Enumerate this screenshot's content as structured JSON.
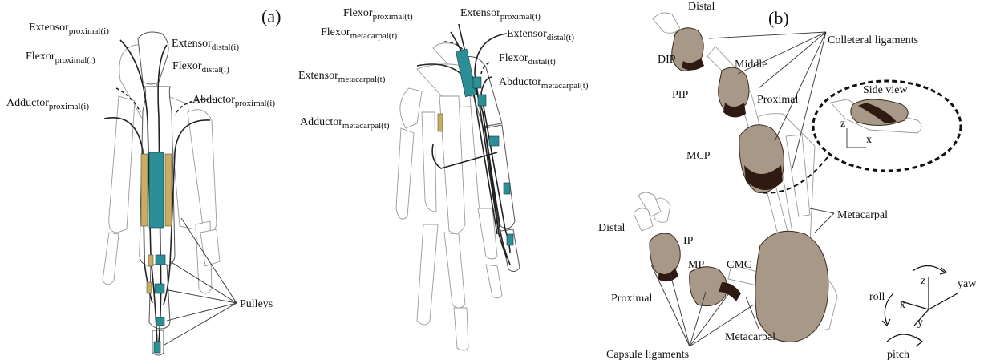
{
  "panels": {
    "a": "(a)",
    "b": "(b)"
  },
  "index_finger": {
    "extensor_proximal": {
      "main": "Extensor",
      "sub": "proximal(i)"
    },
    "extensor_distal": {
      "main": "Extensor",
      "sub": "distal(i)"
    },
    "flexor_proximal": {
      "main": "Flexor",
      "sub": "proximal(i)"
    },
    "flexor_distal": {
      "main": "Flexor",
      "sub": "distal(i)"
    },
    "adductor_proximal": {
      "main": "Adductor",
      "sub": "proximal(i)"
    },
    "abductor_proximal": {
      "main": "Abductor",
      "sub": "proximal(i)"
    },
    "pulleys": "Pulleys"
  },
  "thumb": {
    "flexor_proximal": {
      "main": "Flexor",
      "sub": "proximal(t)"
    },
    "extensor_proximal": {
      "main": "Extensor",
      "sub": "proximal(t)"
    },
    "flexor_metacarpal": {
      "main": "Flexor",
      "sub": "metacarpal(t)"
    },
    "extensor_distal": {
      "main": "Extensor",
      "sub": "distal(t)"
    },
    "flexor_distal": {
      "main": "Flexor",
      "sub": "distal(t)"
    },
    "extensor_metacarpal": {
      "main": "Extensor",
      "sub": "metacarpal(t)"
    },
    "abductor_metacarpal": {
      "main": "Abductor",
      "sub": "metacarpal(t)"
    },
    "adductor_metacarpal": {
      "main": "Adductor",
      "sub": "metacarpal(t)"
    }
  },
  "joints": {
    "distal_top": "Distal",
    "dip": "DIP",
    "middle": "Middle",
    "pip": "PIP",
    "proximal": "Proximal",
    "mcp": "MCP",
    "metacarpal_finger": "Metacarpal",
    "colleteral_ligaments": "Colleteral ligaments",
    "side_view": "Side view",
    "distal_thumb": "Distal",
    "ip": "IP",
    "mp": "MP",
    "cmc": "CMC",
    "proximal_thumb": "Proximal",
    "metacarpal_thumb": "Metacarpal",
    "capsule_ligaments": "Capsule ligaments"
  },
  "side_view_axes": {
    "z": "z",
    "x": "x"
  },
  "rotation_axes": {
    "z": "z",
    "x": "x",
    "y": "y",
    "yaw": "yaw",
    "roll": "roll",
    "pitch": "pitch"
  },
  "colors": {
    "pulley_teal": "#2c8f95",
    "pulley_yellow": "#c9ad62",
    "joint_fill": "#a89888",
    "ligament_dark": "#2e1a12"
  }
}
